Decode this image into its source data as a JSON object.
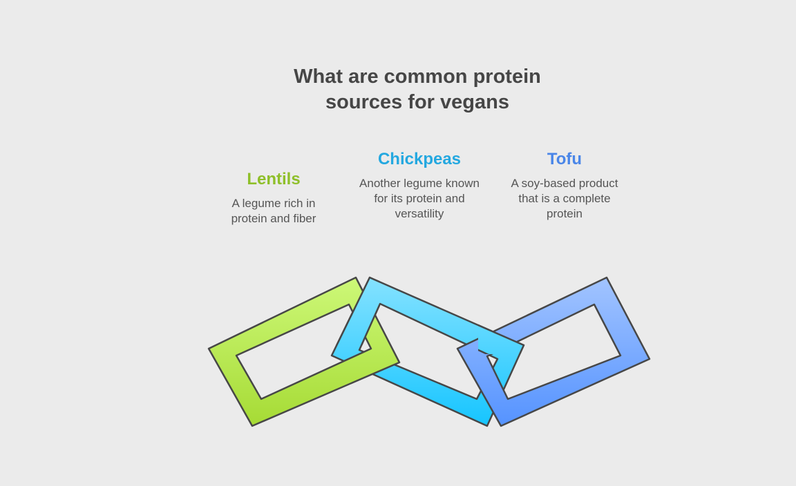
{
  "title_line1": "What are common protein",
  "title_line2": "sources for vegans",
  "items": [
    {
      "label": "Lentils",
      "description": "A legume rich in protein and fiber",
      "color": "#8fbf2a"
    },
    {
      "label": "Chickpeas",
      "description": "Another legume known for its protein and versatility",
      "color": "#24a8e0"
    },
    {
      "label": "Tofu",
      "description": "A soy-based product that is a complete protein",
      "color": "#4a86e8"
    }
  ]
}
